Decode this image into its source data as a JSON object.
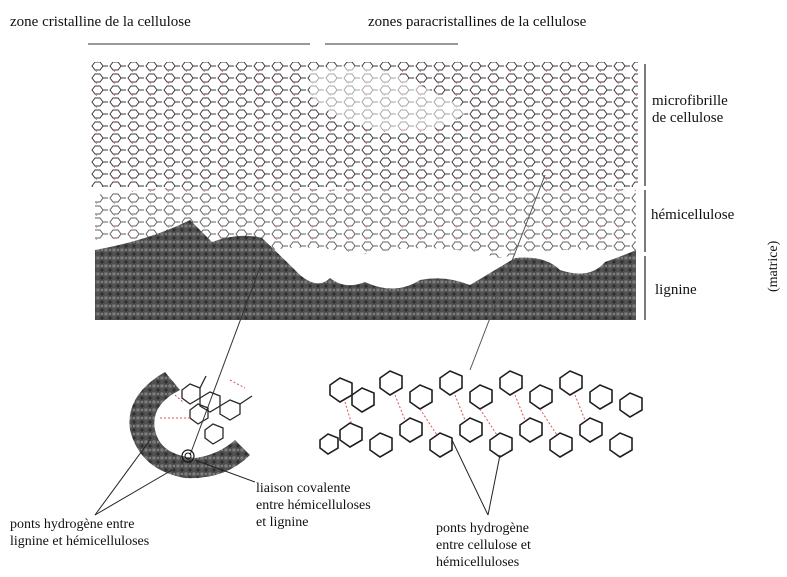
{
  "labels": {
    "crystalline_zone": "zone cristalline de la cellulose",
    "paracrystalline_zones": "zones paracristallines de la cellulose",
    "microfibril_line1": "microfibrille",
    "microfibril_line2": "de cellulose",
    "hemicellulose": "hémicellulose",
    "lignin": "lignine",
    "matrix": "(matrice)",
    "covalent_line1": "liaison covalente",
    "covalent_line2": "entre hémicelluloses",
    "covalent_line3": "et lignine",
    "hbond_lh_line1": "ponts hydrogène entre",
    "hbond_lh_line2": "lignine et hémicelluloses",
    "hbond_ch_line1": "ponts hydrogène",
    "hbond_ch_line2": "entre cellulose et",
    "hbond_ch_line3": "hémicelluloses"
  },
  "colors": {
    "molecule": "#333333",
    "hydrogen_bond": "#e05050",
    "lignin_fill": "#4a4a4a",
    "bracket": "#222222"
  }
}
